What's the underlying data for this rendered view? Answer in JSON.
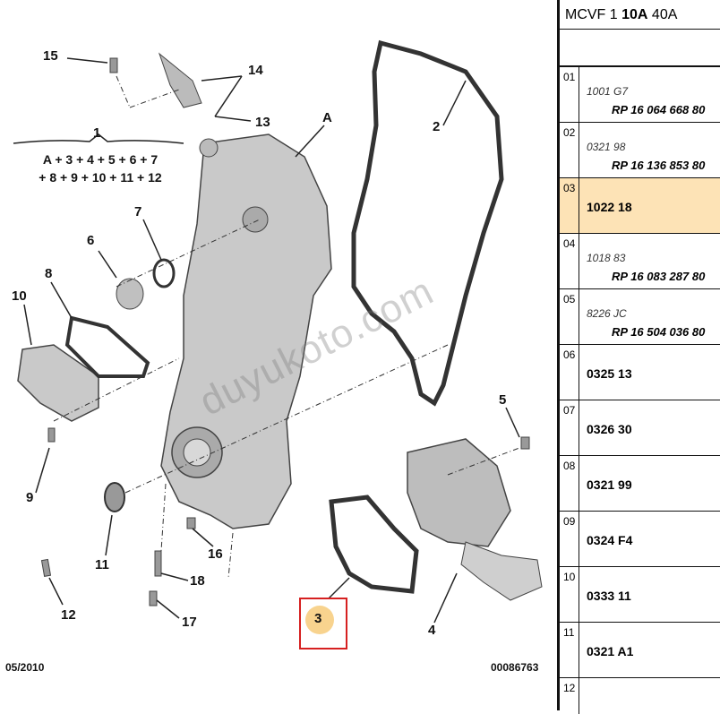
{
  "diagram": {
    "callouts": [
      "15",
      "14",
      "13",
      "1",
      "A",
      "2",
      "7",
      "6",
      "8",
      "10",
      "5",
      "9",
      "11",
      "16",
      "18",
      "12",
      "17",
      "4",
      "3"
    ],
    "formula_line1": "A + 3 + 4 + 5 + 6 + 7",
    "formula_line2": "+ 8 + 9 + 10 + 11 + 12",
    "date": "05/2010",
    "ref": "00086763",
    "watermark": "duyukoto.com",
    "highlighted_callout": "3"
  },
  "parts": {
    "header_prefix": "MCVF 1 ",
    "header_bold": "10A",
    "header_suffix": " 40A",
    "rows": [
      {
        "num": "01",
        "code1": "1001 G7",
        "code2": "RP 16 064 668 80"
      },
      {
        "num": "02",
        "code1": "0321 98",
        "code2": "RP 16 136 853 80"
      },
      {
        "num": "03",
        "single": "1022 18"
      },
      {
        "num": "04",
        "code1": "1018 83",
        "code2": "RP 16 083 287 80"
      },
      {
        "num": "05",
        "code1": "8226 JC",
        "code2": "RP 16 504 036 80"
      },
      {
        "num": "06",
        "single": "0325 13"
      },
      {
        "num": "07",
        "single": "0326 30"
      },
      {
        "num": "08",
        "single": "0321 99"
      },
      {
        "num": "09",
        "single": "0324 F4"
      },
      {
        "num": "10",
        "single": "0333 11"
      },
      {
        "num": "11",
        "single": "0321 A1"
      },
      {
        "num": "12",
        "single": ""
      }
    ],
    "selected_row": "03",
    "selected_color": "#fde3b6"
  }
}
